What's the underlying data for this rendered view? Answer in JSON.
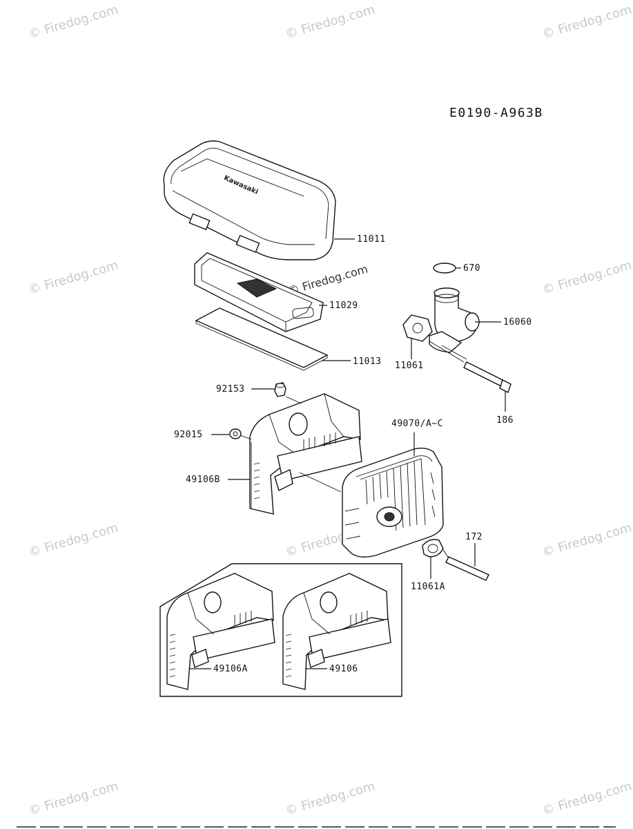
{
  "diagram": {
    "code": "E0190-A963B",
    "part_labels": [
      "11011",
      "670",
      "11029",
      "16060",
      "11061",
      "11013",
      "92153",
      "186",
      "49070/A~C",
      "92015",
      "49106B",
      "172",
      "11061A",
      "49106A",
      "49106"
    ],
    "brand_text": "Kawasaki"
  },
  "watermark": {
    "text": "© Firedog.com",
    "highlight_text": "© Firedog.com"
  }
}
